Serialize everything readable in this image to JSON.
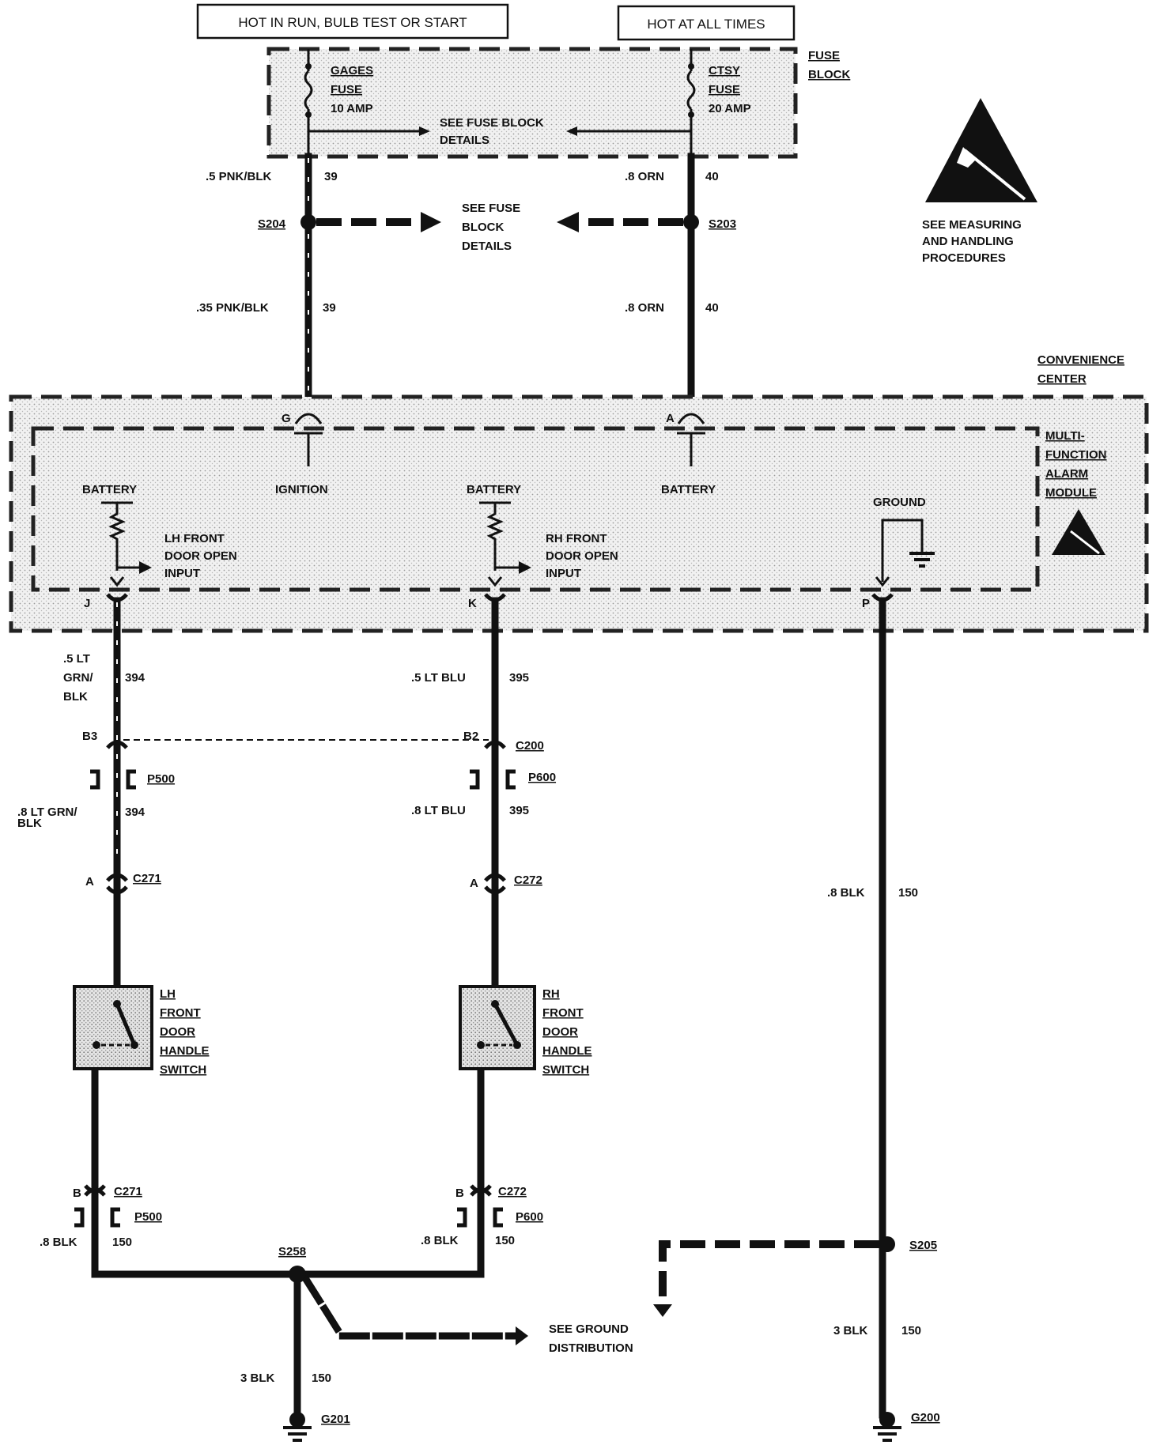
{
  "header": {
    "hot_run": "HOT IN RUN, BULB TEST OR START",
    "hot_all": "HOT AT ALL TIMES"
  },
  "fuse_block": {
    "label_1": "FUSE",
    "label_2": "BLOCK",
    "gages_1": "GAGES",
    "gages_2": "FUSE",
    "gages_3": "10 AMP",
    "ctsy_1": "CTSY",
    "ctsy_2": "FUSE",
    "ctsy_3": "20 AMP",
    "see_1": "SEE FUSE BLOCK",
    "see_2": "DETAILS"
  },
  "esd_note": {
    "line_1": "SEE  MEASURING",
    "line_2": "AND HANDLING",
    "line_3": "PROCEDURES"
  },
  "wires": {
    "pnk_5": ".5 PNK/BLK",
    "circuit_39": "39",
    "orn_8": ".8 ORN",
    "circuit_40": "40",
    "pnk_35": ".35 PNK/BLK",
    "ltgrn_5_a": ".5 LT",
    "ltgrn_5_b": "GRN/",
    "ltgrn_5_c": "BLK",
    "circuit_394": "394",
    "ltblu_5": ".5 LT BLU",
    "circuit_395": "395",
    "ltgrn_8_a": ".8 LT GRN/",
    "ltgrn_8_b": "BLK",
    "ltblu_8": ".8 LT BLU",
    "blk_8": ".8 BLK",
    "circuit_150": "150",
    "blk_3": "3 BLK"
  },
  "splices": {
    "s204": "S204",
    "s203": "S203",
    "s205": "S205",
    "s258": "S258",
    "see_1": "SEE FUSE",
    "see_2": "BLOCK",
    "see_3": "DETAILS"
  },
  "convenience": {
    "label_1": "CONVENIENCE",
    "label_2": "CENTER",
    "module_1": "MULTI-",
    "module_2": "FUNCTION",
    "module_3": "ALARM",
    "module_4": "MODULE",
    "pin_g": "G",
    "pin_a": "A",
    "pin_j": "J",
    "pin_k": "K",
    "pin_p": "P",
    "ignition": "IGNITION",
    "battery": "BATTERY",
    "ground": "GROUND",
    "lh_1": "LH FRONT",
    "lh_2": "DOOR OPEN",
    "lh_3": "INPUT",
    "rh_1": "RH FRONT",
    "rh_2": "DOOR OPEN",
    "rh_3": "INPUT"
  },
  "connectors": {
    "b3": "B3",
    "b2": "B2",
    "c200": "C200",
    "p500": "P500",
    "p600": "P600",
    "c271": "C271",
    "c272": "C272",
    "pin_a": "A",
    "pin_b": "B"
  },
  "switches": {
    "lh": [
      "LH",
      "FRONT",
      "DOOR",
      "HANDLE",
      "SWITCH"
    ],
    "rh": [
      "RH",
      "FRONT",
      "DOOR",
      "HANDLE",
      "SWITCH"
    ]
  },
  "grounds": {
    "see_1": "SEE GROUND",
    "see_2": "DISTRIBUTION",
    "g201": "G201",
    "g200": "G200"
  }
}
